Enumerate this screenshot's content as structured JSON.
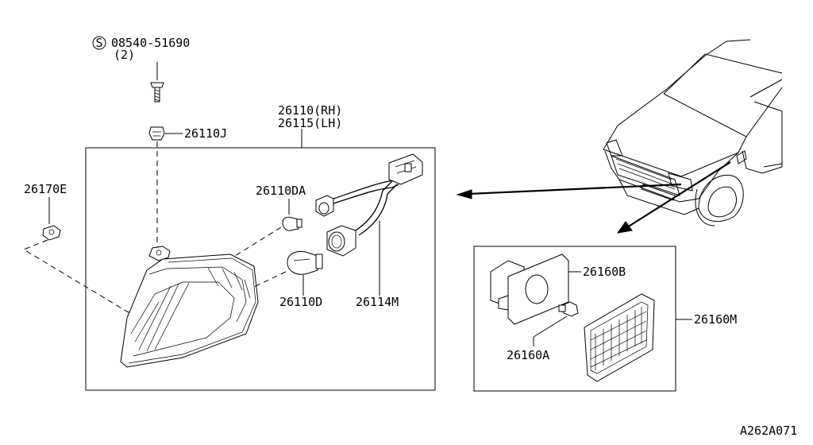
{
  "diagram": {
    "labels": {
      "screw_part": "08540-51690",
      "screw_qty": "(2)",
      "screw_symbol": "S",
      "grommet": "26110J",
      "lamp_rh": "26110(RH)",
      "lamp_lh": "26115(LH)",
      "clip": "26170E",
      "bulb_small": "26110DA",
      "bulb_large": "26110D",
      "harness": "26114M",
      "side_socket": "26160B",
      "side_bulb": "26160A",
      "side_lamp": "26160M",
      "drawing_code": "A262A071"
    }
  }
}
